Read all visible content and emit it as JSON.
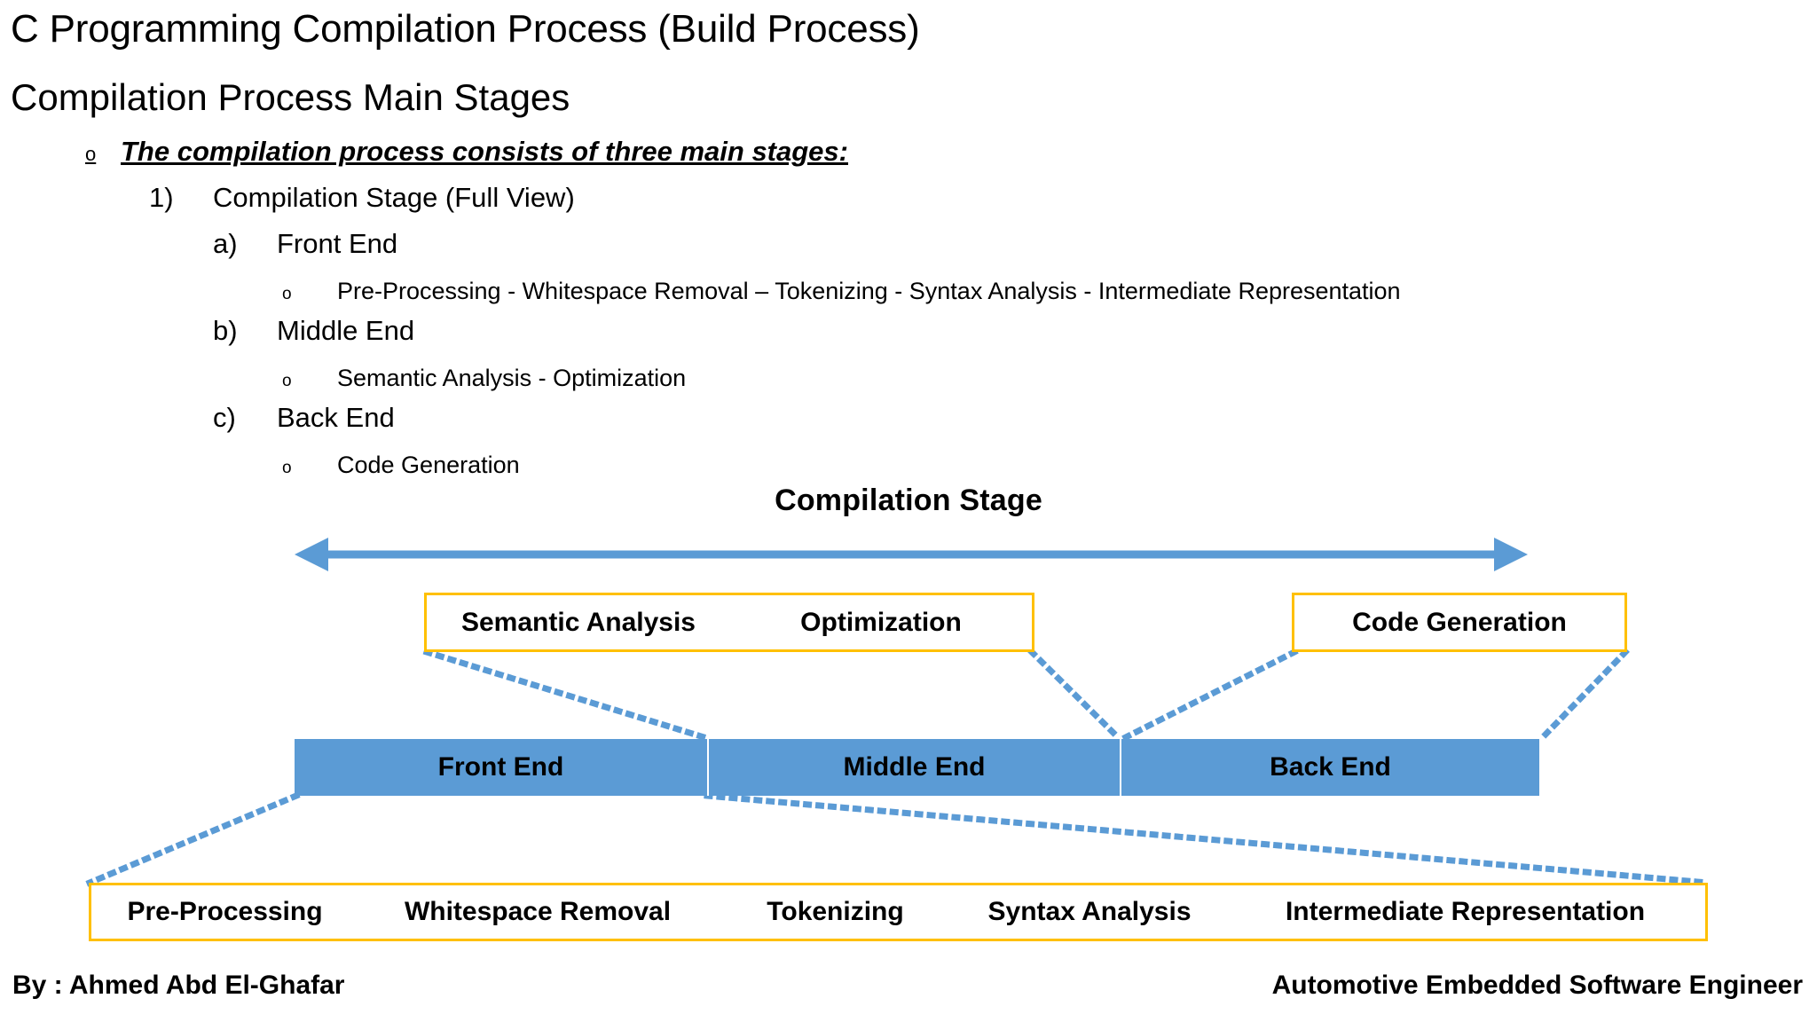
{
  "slide": {
    "title": "C Programming Compilation Process (Build Process)",
    "subtitle": "Compilation Process Main Stages"
  },
  "outline": [
    {
      "level": 1,
      "marker": "o",
      "text": "The compilation process consists of three main stages:"
    },
    {
      "level": 2,
      "marker": "1)",
      "text": "Compilation Stage (Full View)"
    },
    {
      "level": 3,
      "marker": "a)",
      "text": "Front End"
    },
    {
      "level": 4,
      "marker": "o",
      "text": "Pre-Processing - Whitespace Removal – Tokenizing - Syntax Analysis - Intermediate Representation"
    },
    {
      "level": 3,
      "marker": "b)",
      "text": "Middle End"
    },
    {
      "level": 4,
      "marker": "o",
      "text": "Semantic Analysis - Optimization"
    },
    {
      "level": 3,
      "marker": "c)",
      "text": "Back End"
    },
    {
      "level": 4,
      "marker": "o",
      "text": "Code Generation"
    }
  ],
  "diagram": {
    "title": "Compilation Stage",
    "arrow_label": "Compilation Stage",
    "middle_end_phases": [
      {
        "label": "Semantic Analysis"
      },
      {
        "label": "Optimization"
      }
    ],
    "back_end_phases": [
      {
        "label": "Code Generation"
      }
    ],
    "stages": [
      {
        "label": "Front End"
      },
      {
        "label": "Middle End"
      },
      {
        "label": "Back End"
      }
    ],
    "front_end_phases": [
      {
        "label": "Pre-Processing"
      },
      {
        "label": "Whitespace Removal"
      },
      {
        "label": "Tokenizing"
      },
      {
        "label": "Syntax Analysis"
      },
      {
        "label": "Intermediate Representation"
      }
    ],
    "colors": {
      "accent_blue": "#5B9BD5",
      "accent_yellow": "#FFC000",
      "connector_blue": "#5B9BD5",
      "text": "#000000",
      "background": "#FFFFFF"
    }
  },
  "footer": {
    "author": "By : Ahmed Abd El-Ghafar",
    "role": "Automotive Embedded Software Engineer"
  }
}
